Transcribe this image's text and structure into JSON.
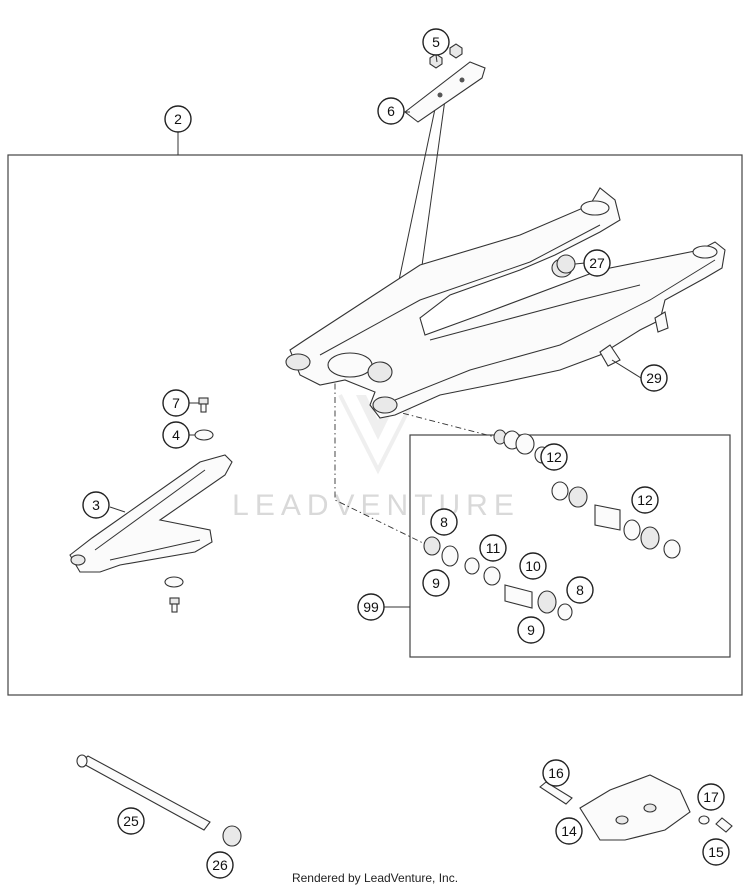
{
  "watermark": "LEADVENTURE",
  "footer": "Rendered by LeadVenture, Inc.",
  "callouts": [
    {
      "label": "2"
    },
    {
      "label": "5"
    },
    {
      "label": "6"
    },
    {
      "label": "27"
    },
    {
      "label": "29"
    },
    {
      "label": "7"
    },
    {
      "label": "4"
    },
    {
      "label": "3"
    },
    {
      "label": "12"
    },
    {
      "label": "12"
    },
    {
      "label": "8"
    },
    {
      "label": "11"
    },
    {
      "label": "10"
    },
    {
      "label": "9"
    },
    {
      "label": "8"
    },
    {
      "label": "9"
    },
    {
      "label": "99"
    },
    {
      "label": "25"
    },
    {
      "label": "26"
    },
    {
      "label": "16"
    },
    {
      "label": "17"
    },
    {
      "label": "14"
    },
    {
      "label": "15"
    }
  ]
}
